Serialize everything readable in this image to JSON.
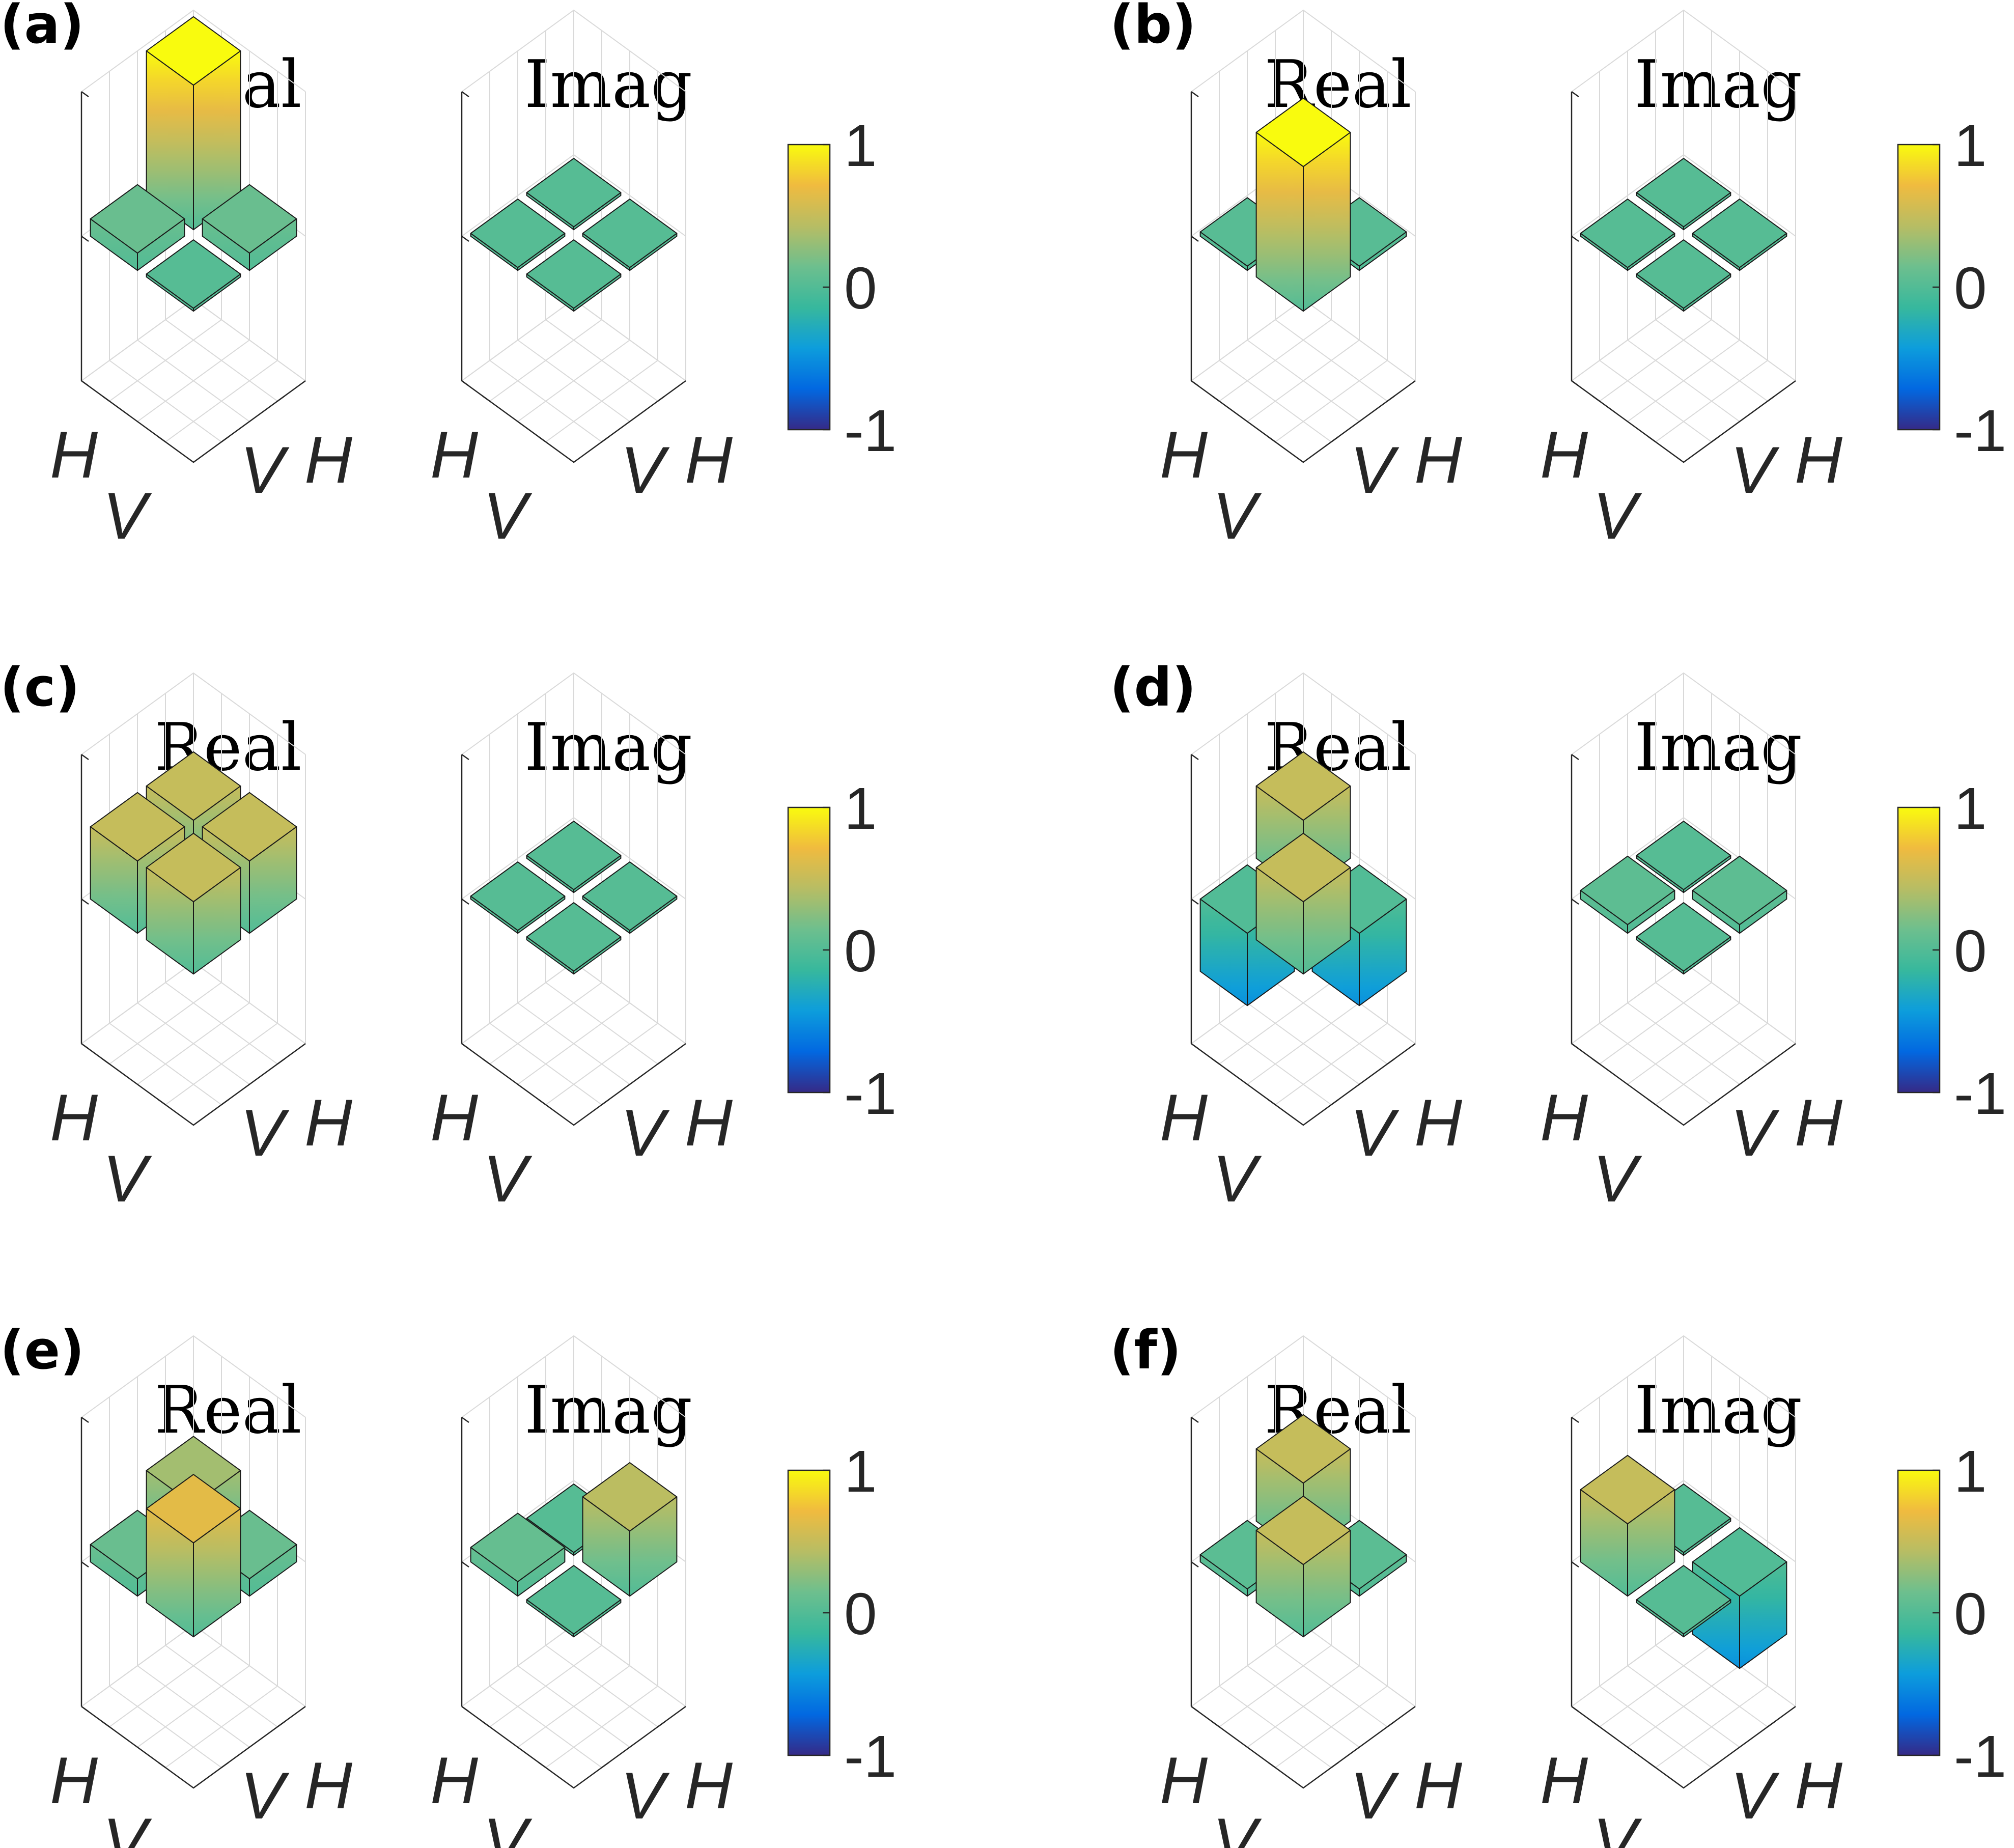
{
  "colors": {
    "colormap": "parula",
    "colormap_stops": [
      "#352a87",
      "#0268e1",
      "#0d9ddc",
      "#37b89d",
      "#6dbf8e",
      "#b7bd64",
      "#f0bb3f",
      "#f9fb0e"
    ]
  },
  "chart_data": [
    {
      "panel": "(a)",
      "type": "bar3d",
      "row_labels": [
        "H",
        "V"
      ],
      "col_labels": [
        "H",
        "V"
      ],
      "zlim": [
        -1,
        1
      ],
      "grid": true,
      "colorbar": {
        "ticks": [
          "1",
          "0",
          "-1"
        ],
        "range": [
          -1,
          1
        ]
      },
      "matrices": [
        {
          "title": "Real",
          "values": [
            [
              1.0,
              0.12
            ],
            [
              0.12,
              0.02
            ]
          ]
        },
        {
          "title": "Imag",
          "values": [
            [
              0.02,
              0.02
            ],
            [
              0.02,
              0.02
            ]
          ]
        }
      ]
    },
    {
      "panel": "(b)",
      "type": "bar3d",
      "row_labels": [
        "H",
        "V"
      ],
      "col_labels": [
        "H",
        "V"
      ],
      "zlim": [
        -1,
        1
      ],
      "grid": true,
      "colorbar": {
        "ticks": [
          "1",
          "0",
          "-1"
        ],
        "range": [
          -1,
          1
        ]
      },
      "matrices": [
        {
          "title": "Real",
          "values": [
            [
              0.03,
              0.03
            ],
            [
              0.03,
              1.0
            ]
          ]
        },
        {
          "title": "Imag",
          "values": [
            [
              0.02,
              0.02
            ],
            [
              0.02,
              0.02
            ]
          ]
        }
      ]
    },
    {
      "panel": "(c)",
      "type": "bar3d",
      "row_labels": [
        "H",
        "V"
      ],
      "col_labels": [
        "H",
        "V"
      ],
      "zlim": [
        -1,
        1
      ],
      "grid": true,
      "colorbar": {
        "ticks": [
          "1",
          "0",
          "-1"
        ],
        "range": [
          -1,
          1
        ]
      },
      "matrices": [
        {
          "title": "Real",
          "values": [
            [
              0.5,
              0.5
            ],
            [
              0.5,
              0.5
            ]
          ]
        },
        {
          "title": "Imag",
          "values": [
            [
              0.02,
              0.02
            ],
            [
              0.02,
              0.02
            ]
          ]
        }
      ]
    },
    {
      "panel": "(d)",
      "type": "bar3d",
      "row_labels": [
        "H",
        "V"
      ],
      "col_labels": [
        "H",
        "V"
      ],
      "zlim": [
        -1,
        1
      ],
      "grid": true,
      "colorbar": {
        "ticks": [
          "1",
          "0",
          "-1"
        ],
        "range": [
          -1,
          1
        ]
      },
      "matrices": [
        {
          "title": "Real",
          "values": [
            [
              0.5,
              -0.5
            ],
            [
              -0.5,
              0.5
            ]
          ]
        },
        {
          "title": "Imag",
          "values": [
            [
              0.02,
              0.06
            ],
            [
              0.06,
              0.02
            ]
          ]
        }
      ]
    },
    {
      "panel": "(e)",
      "type": "bar3d",
      "row_labels": [
        "H",
        "V"
      ],
      "col_labels": [
        "H",
        "V"
      ],
      "zlim": [
        -1,
        1
      ],
      "grid": true,
      "colorbar": {
        "ticks": [
          "1",
          "0",
          "-1"
        ],
        "range": [
          -1,
          1
        ]
      },
      "matrices": [
        {
          "title": "Real",
          "values": [
            [
              0.35,
              0.12
            ],
            [
              0.12,
              0.65
            ]
          ]
        },
        {
          "title": "Imag",
          "values": [
            [
              0.02,
              0.1
            ],
            [
              0.45,
              0.02
            ]
          ]
        }
      ]
    },
    {
      "panel": "(f)",
      "type": "bar3d",
      "row_labels": [
        "H",
        "V"
      ],
      "col_labels": [
        "H",
        "V"
      ],
      "zlim": [
        -1,
        1
      ],
      "grid": true,
      "colorbar": {
        "ticks": [
          "1",
          "0",
          "-1"
        ],
        "range": [
          -1,
          1
        ]
      },
      "matrices": [
        {
          "title": "Real",
          "values": [
            [
              0.5,
              0.05
            ],
            [
              0.05,
              0.5
            ]
          ]
        },
        {
          "title": "Imag",
          "values": [
            [
              0.02,
              0.5
            ],
            [
              -0.5,
              0.02
            ]
          ]
        }
      ]
    }
  ]
}
